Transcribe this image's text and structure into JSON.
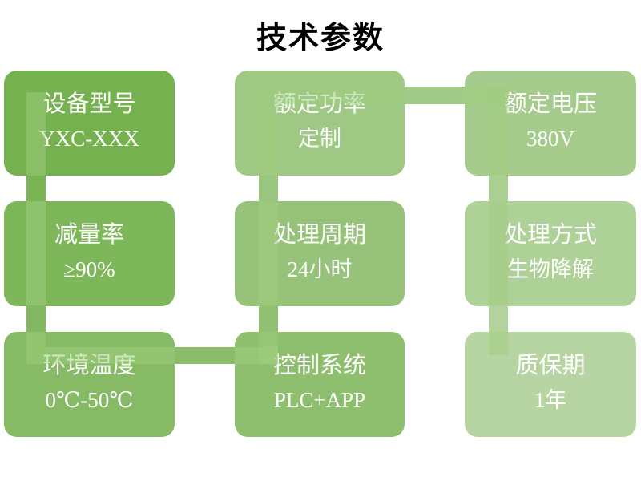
{
  "slide": {
    "title": "技术参数"
  },
  "boxes": [
    {
      "id": "device-model",
      "label": "设备型号",
      "value": "YXC-XXX",
      "color": "#76b150"
    },
    {
      "id": "rated-power",
      "label": "额定功率",
      "value": "定制",
      "color": "#9ec883"
    },
    {
      "id": "rated-voltage",
      "label": "额定电压",
      "value": "380V",
      "color": "#a6cc8d"
    },
    {
      "id": "reduction-rate",
      "label": "减量率",
      "value": "≥90%",
      "color": "#7eb65a"
    },
    {
      "id": "processing-cycle",
      "label": "处理周期",
      "value": "24小时",
      "color": "#96c379"
    },
    {
      "id": "processing-method",
      "label": "处理方式",
      "value": "生物降解",
      "color": "#aed198"
    },
    {
      "id": "ambient-temperature",
      "label": "环境温度",
      "value": "0℃-50℃",
      "color": "#86ba64"
    },
    {
      "id": "control-system",
      "label": "控制系统",
      "value": "PLC+APP",
      "color": "#8ebf6f"
    },
    {
      "id": "warranty-period",
      "label": "质保期",
      "value": "1年",
      "color": "#b6d5a2"
    }
  ],
  "connector": {
    "overlay_color": "rgba(160,205,125,0.5)",
    "gap_colors": {
      "col1_row1_row2": "#7ab455",
      "col1_row2_row3": "#82b85f",
      "bottom_horizontal": "#8abc69",
      "col2_row3_row2": "#92c174",
      "col2_row2_row1": "#9ac57e",
      "top_horizontal": "#a2ca88",
      "col3_row1_row2": "#aacf93",
      "col3_row2_row3": "#b2d39d"
    }
  }
}
